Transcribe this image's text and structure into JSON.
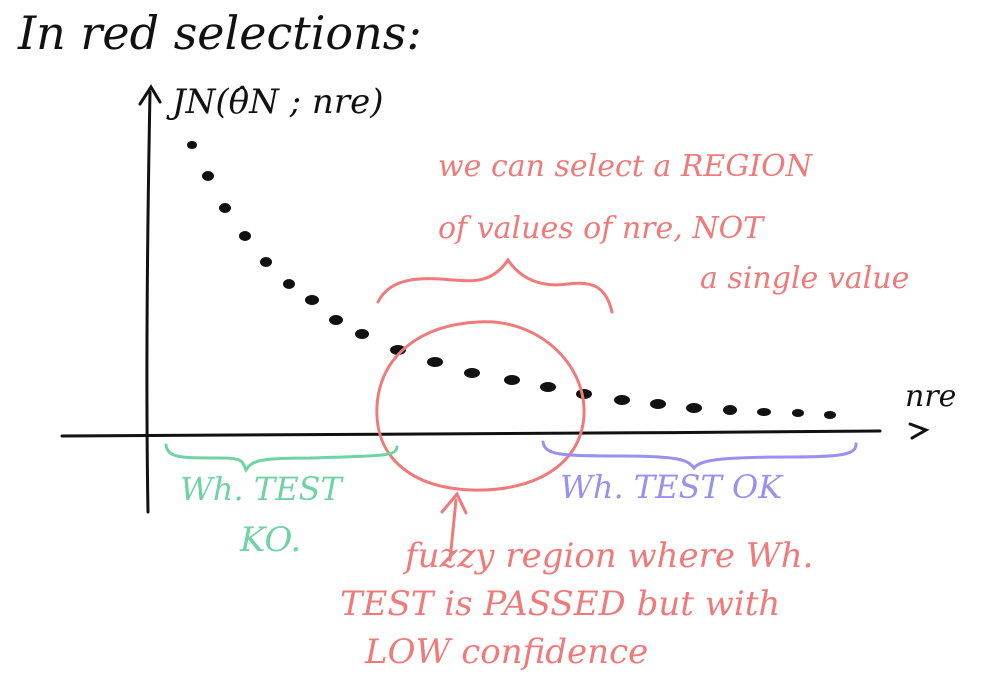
{
  "title": "In red selections:",
  "y_axis_label": "JN(θ̂N ; nre)",
  "x_axis_label": "nre",
  "region_note": {
    "line1": "we can select a REGION",
    "line2": "of values of nre, NOT",
    "line3": "a single value"
  },
  "test_ko": {
    "line1": "Wh. TEST",
    "line2": "KO."
  },
  "test_ok": "Wh. TEST OK",
  "fuzzy_note": {
    "line1": "fuzzy region where Wh.",
    "line2": "TEST is PASSED but with",
    "line3": "LOW confidence"
  },
  "colors": {
    "ink": "#111111",
    "red": "#f07a7a",
    "green": "#6fd3a4",
    "blue": "#9a90ef"
  }
}
